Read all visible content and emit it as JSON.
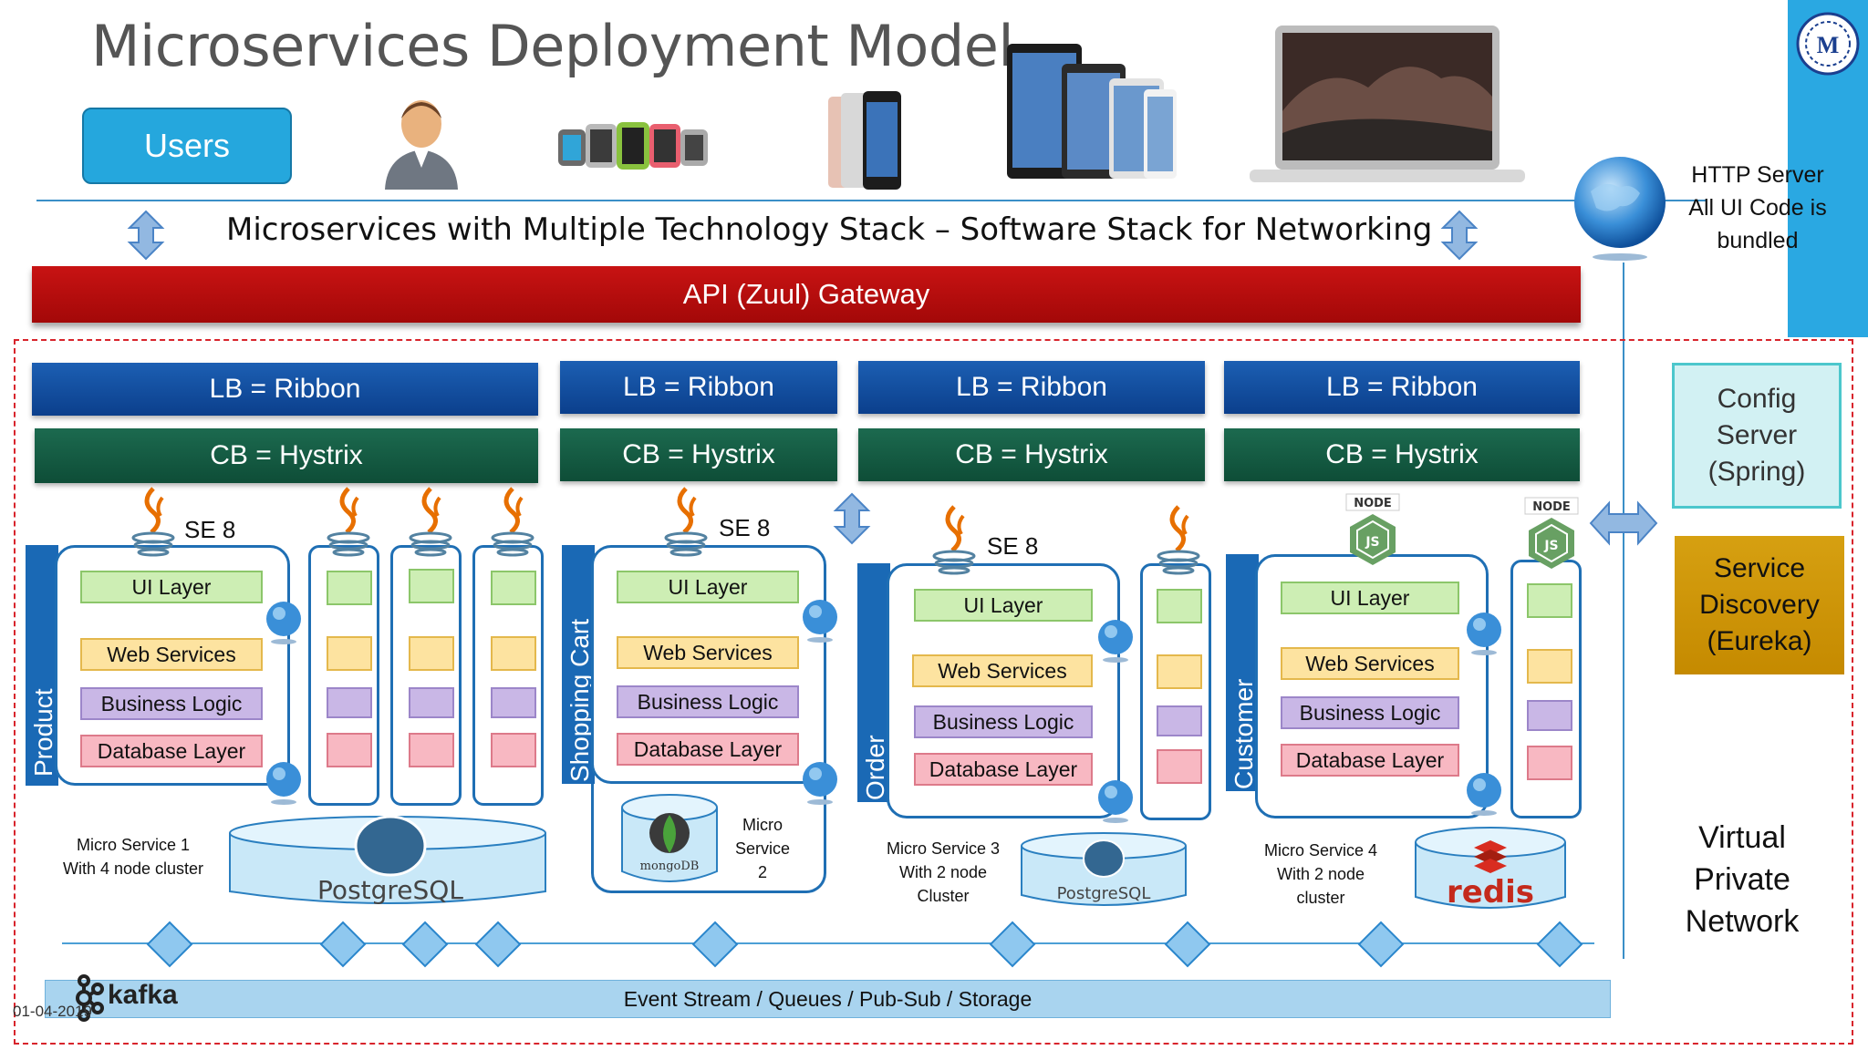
{
  "title": "Microservices Deployment Model",
  "users_label": "Users",
  "subtitle": "Microservices with Multiple Technology Stack – Software Stack for Networking",
  "gateway": "API (Zuul) Gateway",
  "lb_label": "LB = Ribbon",
  "cb_label": "CB = Hystrix",
  "layers": {
    "ui": "UI Layer",
    "ws": "Web Services",
    "bl": "Business Logic",
    "db": "Database Layer"
  },
  "se8": "SE 8",
  "services": [
    {
      "name": "Product",
      "caption": [
        "Micro Service 1",
        "With 4 node cluster"
      ],
      "db": "PostgreSQL"
    },
    {
      "name": "Shopping Cart",
      "caption": [
        "Micro",
        "Service",
        "2"
      ],
      "db": "mongoDB"
    },
    {
      "name": "Order",
      "caption": [
        "Micro Service 3",
        "With 2 node",
        "Cluster"
      ],
      "db": "PostgreSQL"
    },
    {
      "name": "Customer",
      "caption": [
        "Micro Service 4",
        "With 2 node",
        "cluster"
      ],
      "db": "redis"
    }
  ],
  "node_badge": "NODE",
  "node_js": "JS",
  "http_server": [
    "HTTP Server",
    "All UI Code is",
    "bundled"
  ],
  "config_server": [
    "Config",
    "Server",
    "(Spring)"
  ],
  "service_discovery": [
    "Service",
    "Discovery",
    "(Eureka)"
  ],
  "vpn": [
    "Virtual",
    "Private",
    "Network"
  ],
  "event_stream": "Event Stream / Queues / Pub-Sub / Storage",
  "kafka": "kafka",
  "date": "01-04-2019",
  "logo_letter": "M",
  "colors": {
    "gateway": "#b50d0d",
    "lb": "#1553a3",
    "cb": "#145a41",
    "accent": "#2aa8e2",
    "vpn_border": "#d8242c"
  },
  "icons": [
    "user-avatar-icon",
    "smartwatch-icon",
    "smartphone-icon",
    "tablet-icon",
    "laptop-icon",
    "globe-icon",
    "java-icon",
    "nodejs-icon",
    "postgresql-icon",
    "mongodb-icon",
    "redis-icon",
    "kafka-icon"
  ]
}
